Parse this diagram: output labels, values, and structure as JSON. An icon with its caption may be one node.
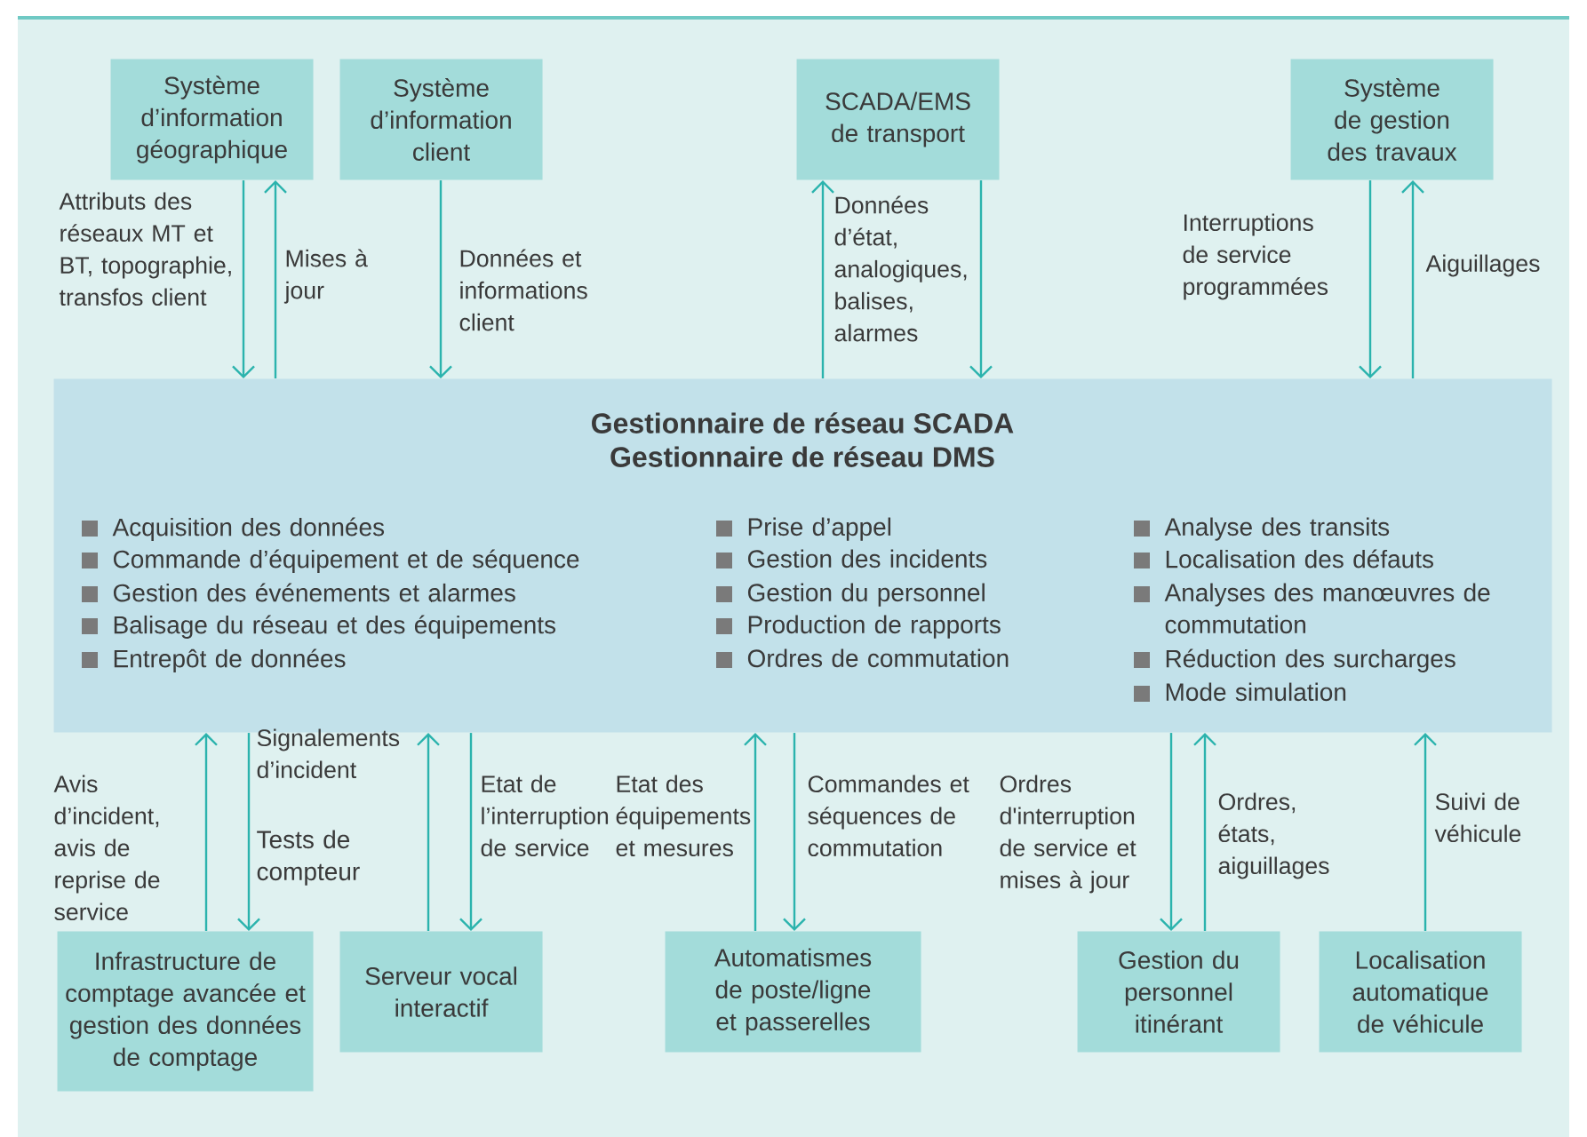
{
  "diagram": {
    "nodes": [
      {
        "text": [
          "Système d’information géographique"
        ]
      },
      {
        "text": [
          "Système d’information client"
        ]
      },
      {
        "text": [
          "SCADA/EMS de transport"
        ]
      },
      {
        "text": [
          "Système de gestion des travaux"
        ]
      },
      {
        "text": [
          "Gestionnaire de réseau SCADA",
          "Gestionnaire de réseau DMS",
          "Acquisition des données",
          "Commande d’équipement et de séquence",
          "Gestion des événements et alarmes",
          "Balisage du réseau et des équipements",
          "Entrepôt de données",
          "Prise d’appel",
          "Gestion des incidents",
          "Gestion du personnel",
          "Production de rapports",
          "Ordres de commutation",
          "Analyse des transits",
          "Localisation des défauts",
          "Analyses des manœuvres de commutation",
          "Réduction des surcharges",
          "Mode simulation"
        ]
      },
      {
        "text": [
          "Infrastructure de comptage avancée et gestion des données de comptage"
        ]
      },
      {
        "text": [
          "Serveur vocal interactif"
        ]
      },
      {
        "text": [
          "Automatismes de poste/ligne et passerelles"
        ]
      },
      {
        "text": [
          "Gestion du personnel itinérant"
        ]
      },
      {
        "text": [
          "Localisation automatique de véhicule"
        ]
      }
    ],
    "edges": [
      {
        "from": 0,
        "to": 4,
        "arrow": "to",
        "label": "Attributs des réseaux MT et BT, topographie, transfos client"
      },
      {
        "from": 4,
        "to": 0,
        "arrow": "to",
        "label": "Mises à jour"
      },
      {
        "from": 1,
        "to": 4,
        "arrow": "to",
        "label": "Données et informations client"
      },
      {
        "from": 4,
        "to": 2,
        "arrow": "to",
        "label": "Données d’état, analogiques, balises, alarmes"
      },
      {
        "from": 2,
        "to": 4,
        "arrow": "to"
      },
      {
        "from": 3,
        "to": 4,
        "arrow": "to",
        "label": "Interruptions de service programmées"
      },
      {
        "from": 4,
        "to": 3,
        "arrow": "to",
        "label": "Aiguillages"
      },
      {
        "from": 5,
        "to": 4,
        "arrow": "to",
        "label": "Avis d’incident, avis de reprise de service"
      },
      {
        "from": 4,
        "to": 5,
        "arrow": "to",
        "label": "Signalements d’incident"
      },
      {
        "from": 6,
        "to": 4,
        "arrow": "to"
      },
      {
        "from": 4,
        "to": 6,
        "arrow": "to",
        "label": "Etat de l’interruption de service"
      },
      {
        "from": 7,
        "to": 4,
        "arrow": "to",
        "label": "Etat des équipements et mesures"
      },
      {
        "from": 4,
        "to": 7,
        "arrow": "to",
        "label": "Commandes et séquences de commutation"
      },
      {
        "from": 4,
        "to": 8,
        "arrow": "to",
        "label": "Ordres d'interruption de service et mises à jour"
      },
      {
        "from": 8,
        "to": 4,
        "arrow": "to",
        "label": "Ordres, états, aiguillages"
      },
      {
        "from": 9,
        "to": 4,
        "arrow": "to",
        "label": "Suivi de véhicule"
      }
    ],
    "labels": [
      "Tests de compteur"
    ]
  }
}
